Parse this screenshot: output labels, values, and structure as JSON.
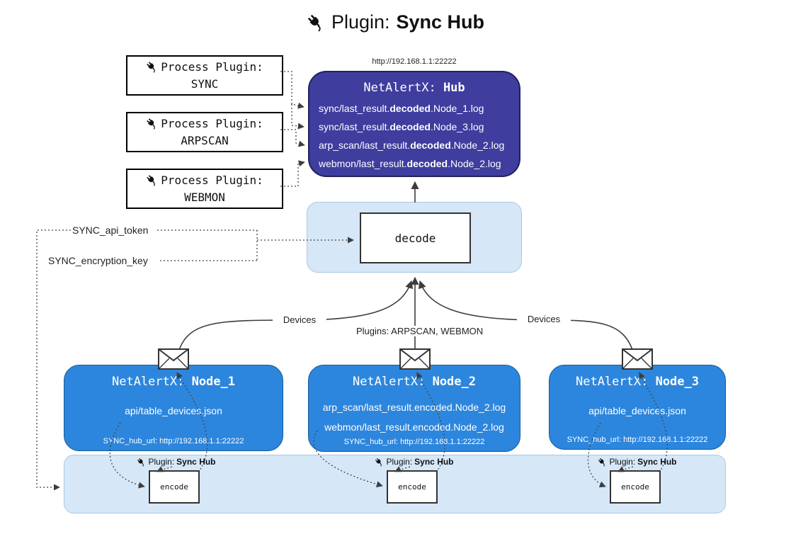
{
  "title": {
    "plugin_prefix": "Plugin: ",
    "plugin_name": "Sync Hub"
  },
  "icons": {
    "plug": "🔌",
    "envelope": "✉"
  },
  "process_plugins": [
    {
      "label": "Process Plugin:",
      "name": "SYNC"
    },
    {
      "label": "Process Plugin:",
      "name": "ARPSCAN"
    },
    {
      "label": "Process Plugin:",
      "name": "WEBMON"
    }
  ],
  "hub": {
    "url": "http://192.168.1.1:22222",
    "name_prefix": "NetAlertX: ",
    "name": "Hub",
    "logs": [
      {
        "pre": "sync/last_result.",
        "em": "decoded",
        "post": ".Node_1.log"
      },
      {
        "pre": "sync/last_result.",
        "em": "decoded",
        "post": ".Node_3.log"
      },
      {
        "pre": "arp_scan/last_result.",
        "em": "decoded",
        "post": ".Node_2.log"
      },
      {
        "pre": "webmon/last_result.",
        "em": "decoded",
        "post": ".Node_2.log"
      }
    ]
  },
  "decode": {
    "label": "decode"
  },
  "config": {
    "api_token": "SYNC_api_token",
    "encryption_key": "SYNC_encryption_key"
  },
  "flows": {
    "left": "Devices",
    "center": "Plugins: ARPSCAN, WEBMON",
    "right": "Devices"
  },
  "nodes": [
    {
      "name_prefix": "NetAlertX: ",
      "name": "Node_1",
      "lines": [
        "api/table_devices.json"
      ],
      "hub_url": "SYNC_hub_url: http://192.168.1.1:22222"
    },
    {
      "name_prefix": "NetAlertX: ",
      "name": "Node_2",
      "lines": [
        "arp_scan/last_result.encoded.Node_2.log",
        "webmon/last_result.encoded.Node_2.log"
      ],
      "hub_url": "SYNC_hub_url: http://192.168.1.1:22222"
    },
    {
      "name_prefix": "NetAlertX: ",
      "name": "Node_3",
      "lines": [
        "api/table_devices.json"
      ],
      "hub_url": "SYNC_hub_url: http://192.168.1.1:22222"
    }
  ],
  "encode_section": {
    "plugin_prefix": "Plugin: ",
    "plugin_name": "Sync Hub",
    "encode_label": "encode"
  },
  "colors": {
    "hub_fill": "#3f3d9e",
    "hub_border": "#23215e",
    "node_fill": "#2d86dd",
    "node_border": "#155a96",
    "container_fill": "#d6e7f8",
    "container_border": "#a9c7e6",
    "arrow": "#3d3d3d"
  }
}
